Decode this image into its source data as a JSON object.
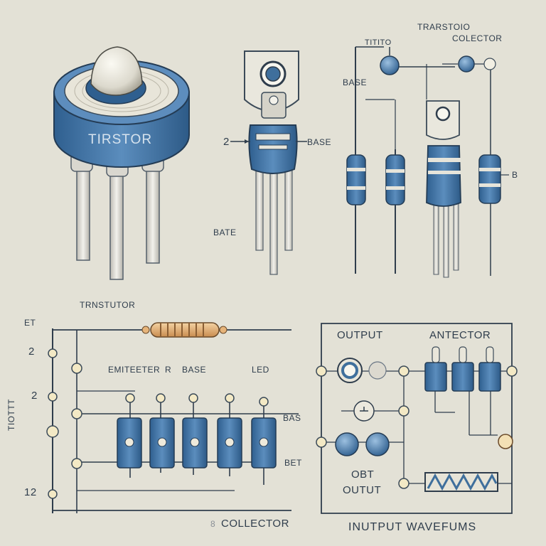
{
  "labels": {
    "device_text": "TIRSTOR",
    "top_left_caption": "TRNSTUTOR",
    "to220_num": "2",
    "to220_base": "BASE",
    "bate": "BATE",
    "top_right_small": "TITITO",
    "top_right_title": "TRARSTOIO",
    "top_right_collector": "COLECTOR",
    "base_right": "BASE",
    "b_right": "B",
    "left_rail_top": "ET",
    "left_num_2a": "2",
    "left_num_2b": "2",
    "left_num_12": "12",
    "left_vertical": "TIOTTT",
    "emitter": "EMITEETER",
    "r": "R",
    "base_mid": "BASE",
    "led": "LED",
    "bas": "BAS",
    "bet": "BET",
    "collector": "COLLECTOR",
    "collector_prefix": "8",
    "output": "OUTPUT",
    "antector": "ANTECTOR",
    "obt": "OBT",
    "outut": "OUTUT",
    "waveform": "INUTPUT WAVEFUMS"
  },
  "colors": {
    "background": "#e3e1d6",
    "ink": "#2f3d4c",
    "blue": "#3f6f9c",
    "blue_light": "#6d99c2",
    "metal": "#d6d4cc",
    "copper": "#e6b47a"
  }
}
